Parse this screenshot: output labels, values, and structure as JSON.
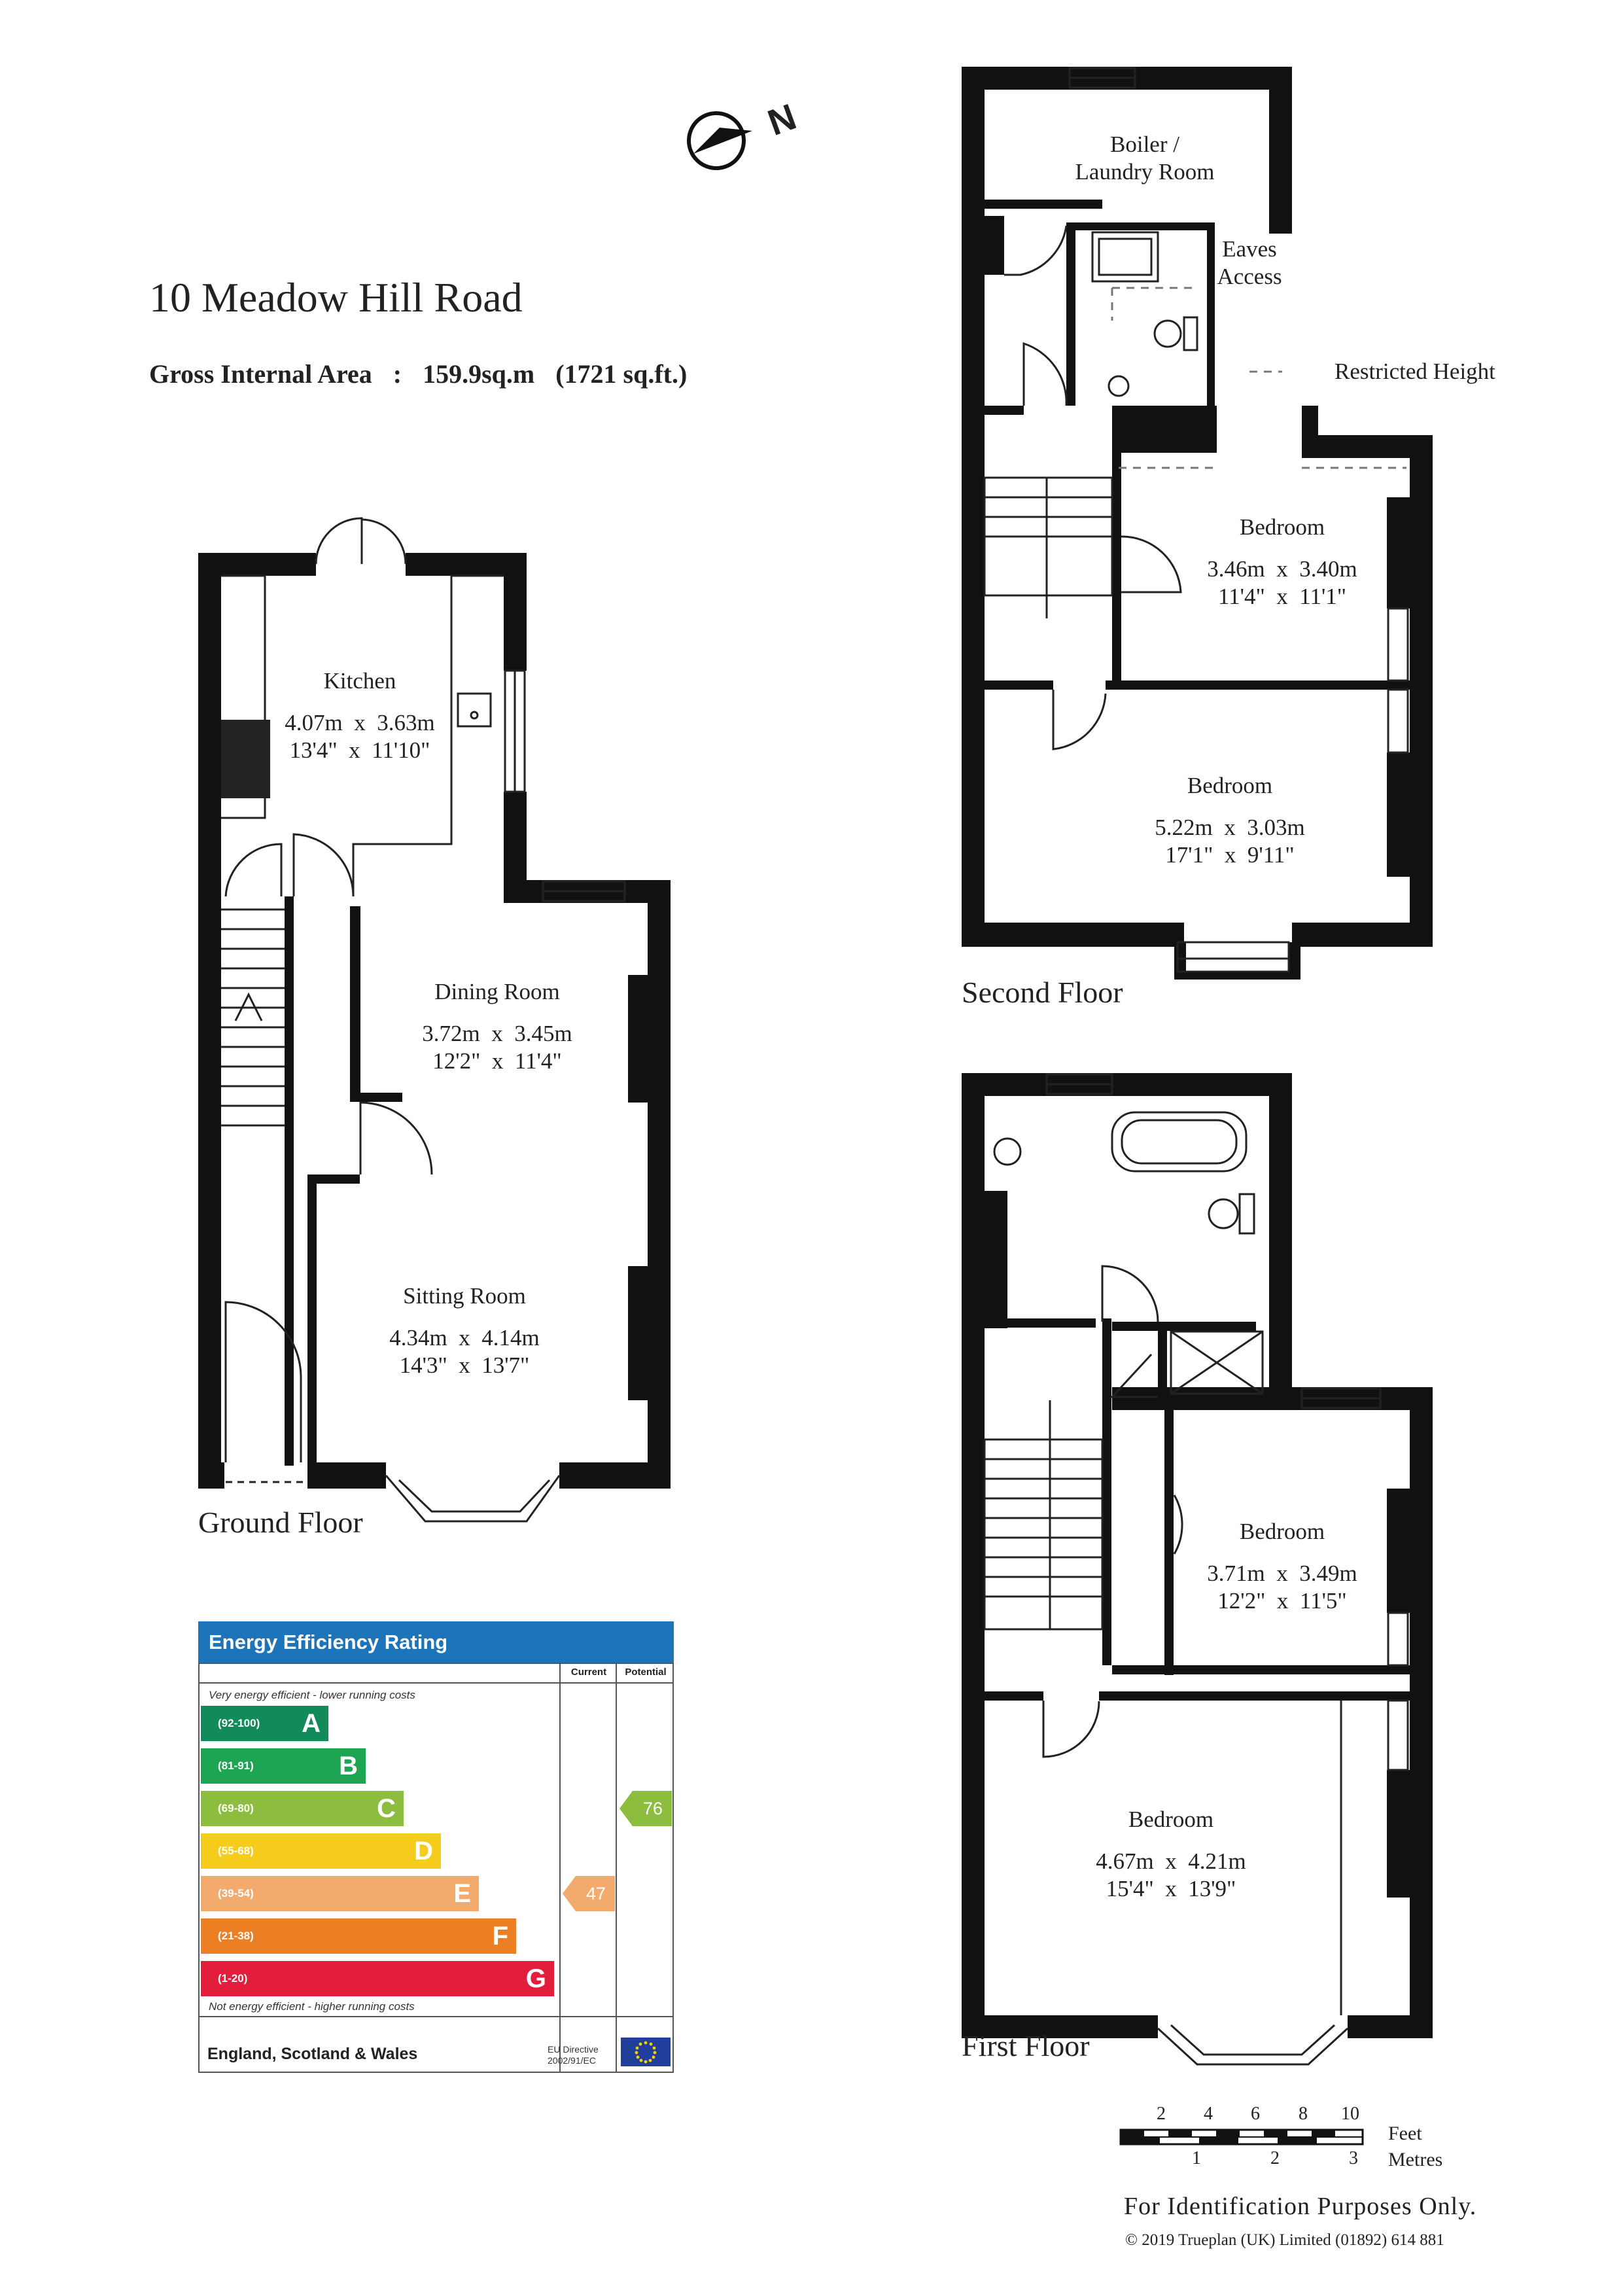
{
  "property": {
    "title": "10 Meadow Hill Road",
    "gia_label": "Gross Internal Area",
    "gia_sep": ":",
    "gia_sqm": "159.9sq.m",
    "gia_sqft": "(1721 sq.ft.)"
  },
  "floors": {
    "ground": "Ground Floor",
    "first": "First Floor",
    "second": "Second Floor"
  },
  "rooms": {
    "kitchen": {
      "name": "Kitchen",
      "metric": "4.07m  x  3.63m",
      "imperial": "13'4\"  x  11'10\""
    },
    "dining": {
      "name": "Dining Room",
      "metric": "3.72m  x  3.45m",
      "imperial": "12'2\"  x  11'4\""
    },
    "sitting": {
      "name": "Sitting Room",
      "metric": "4.34m  x  4.14m",
      "imperial": "14'3\"  x  13'7\""
    },
    "ff_bed_small": {
      "name": "Bedroom",
      "metric": "3.71m  x  3.49m",
      "imperial": "12'2\"  x  11'5\""
    },
    "ff_bed_large": {
      "name": "Bedroom",
      "metric": "4.67m  x  4.21m",
      "imperial": "15'4\"  x  13'9\""
    },
    "sf_boiler": {
      "line1": "Boiler /",
      "line2": "Laundry Room"
    },
    "sf_eaves": {
      "line1": "Eaves",
      "line2": "Access"
    },
    "sf_bed_small": {
      "name": "Bedroom",
      "metric": "3.46m  x  3.40m",
      "imperial": "11'4\"  x  11'1\""
    },
    "sf_bed_large": {
      "name": "Bedroom",
      "metric": "5.22m  x  3.03m",
      "imperial": "17'1\"  x  9'11\""
    }
  },
  "legend": {
    "restricted_height": "Restricted Height"
  },
  "epc": {
    "title": "Energy Efficiency Rating",
    "col_current": "Current",
    "col_potential": "Potential",
    "note_top": "Very energy efficient - lower running costs",
    "note_bottom": "Not energy efficient - higher running costs",
    "bands": [
      {
        "range": "(92-100)",
        "letter": "A",
        "color": "#128a5a"
      },
      {
        "range": "(81-91)",
        "letter": "B",
        "color": "#1ea553"
      },
      {
        "range": "(69-80)",
        "letter": "C",
        "color": "#8cbd3f"
      },
      {
        "range": "(55-68)",
        "letter": "D",
        "color": "#f5cc1c"
      },
      {
        "range": "(39-54)",
        "letter": "E",
        "color": "#f2ab6c"
      },
      {
        "range": "(21-38)",
        "letter": "F",
        "color": "#ec7f24"
      },
      {
        "range": "(1-20)",
        "letter": "G",
        "color": "#e31d3c"
      }
    ],
    "current": {
      "value": "47",
      "band": "E",
      "color": "#f2ab6c"
    },
    "potential": {
      "value": "76",
      "band": "C",
      "color": "#8cbd3f"
    },
    "footer": "England, Scotland & Wales",
    "directive_line1": "EU Directive",
    "directive_line2": "2002/91/EC"
  },
  "scale": {
    "feet_ticks": [
      "2",
      "4",
      "6",
      "8",
      "10"
    ],
    "metre_ticks": [
      "1",
      "2",
      "3"
    ],
    "feet_label": "Feet",
    "metres_label": "Metres"
  },
  "footer": {
    "identification": "For Identification Purposes Only.",
    "copyright": "© 2019 Trueplan (UK) Limited  (01892) 614 881"
  },
  "compass": {
    "letter": "N"
  }
}
